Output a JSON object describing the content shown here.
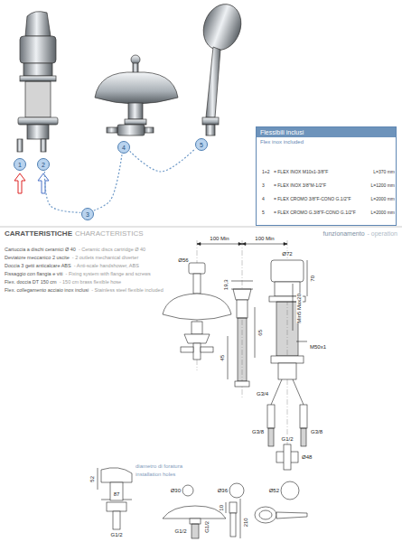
{
  "diagram": {
    "nodes": [
      {
        "text": [
          "Flessibili inclusi",
          "Flex inox included"
        ]
      },
      {
        "text": [
          "1"
        ]
      },
      {
        "text": [
          "2"
        ]
      },
      {
        "text": [
          "3"
        ]
      },
      {
        "text": [
          "4"
        ]
      },
      {
        "text": [
          "5"
        ]
      }
    ],
    "edges": [
      {
        "from": 2,
        "to": 3,
        "arrow": "none"
      },
      {
        "from": 3,
        "to": 4,
        "arrow": "none"
      },
      {
        "from": 4,
        "to": 5,
        "arrow": "none"
      }
    ],
    "labels": [
      "1+2",
      "= FLEX INOX M10x1-3/8\"F",
      "L=370 mm",
      "3",
      "= FLEX INOX 3/8\"M-1/2\"F",
      "L=1200 mm",
      "4",
      "= FLEX CROMO 3/8\"F-CONO G.1/2\"F",
      "L=2000 mm",
      "5",
      "= FLEX CROMO G.3/8\"F-CONO G.1/2\"F",
      "L=2000 mm",
      "CARATTERISTICHE",
      "CHARACTERISTICS",
      "Cartuccia a dischi ceramici Ø 40",
      "- Ceramic discs cartridge Ø 40",
      "Deviatore meccanico 2 uscite",
      "- 2 outlets mechanical diverter",
      "Doccia 3 getti anticalcare ABS",
      "- Anti-scale handshower, ABS",
      "Fissaggio con flangia e viti",
      "- Fixing system with flange and screws",
      "Flex. doccia DT 150 cm",
      "- 150 cm brass flexible hose",
      "Flex. collegamento acciaio inox inclusi",
      "- Stainless steel flexible included",
      "funzionamento",
      "- operation",
      "100 Min",
      "100 Min",
      "Ø72",
      "Ø56",
      "70",
      "19,3",
      "Min5 Max20",
      "65",
      "45",
      "M50x1",
      "G3/4",
      "G3/8",
      "G3/8",
      "G1/2",
      "Ø48",
      "diametro di foratura",
      "installation holes",
      "Ø30",
      "Ø36",
      "Ø52",
      "52",
      "87",
      "G1/2",
      "G1/2",
      "G1/2",
      "10",
      "210"
    ]
  }
}
